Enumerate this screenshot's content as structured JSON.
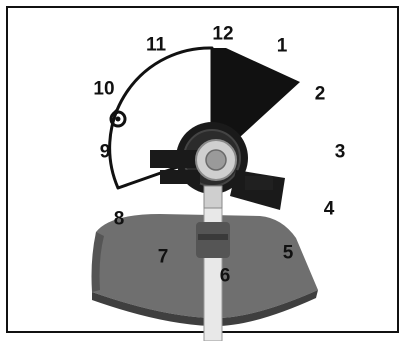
{
  "diagram": {
    "clock_numbers": [
      "12",
      "1",
      "2",
      "3",
      "4",
      "5",
      "6",
      "7",
      "8",
      "9",
      "10",
      "11"
    ],
    "colors": {
      "frame": "#111111",
      "blade": "#111111",
      "guard": "#6f6f6f",
      "guard_dark": "#4a4a4a",
      "shaft": "#e8e8e8"
    },
    "icons": [
      "rotation-arrow-icon"
    ]
  }
}
